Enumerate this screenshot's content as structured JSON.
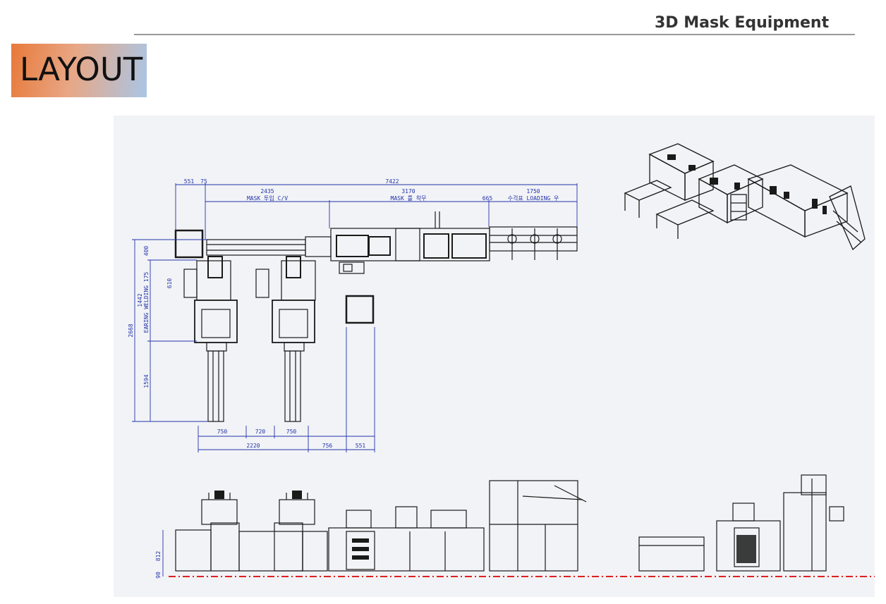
{
  "header": {
    "title": "3D Mask Equipment"
  },
  "badge": {
    "label": "LAYOUT"
  },
  "drawing": {
    "top_dims": [
      "551",
      "75",
      "7422",
      "2435",
      "3170",
      "1750"
    ],
    "section_labels": [
      "MASK 투입 C/V",
      "MASK 를 착무",
      "665",
      "수걱표 LOADING 우"
    ],
    "left_dims": [
      "2668",
      "1442",
      "EARING WELDING 175",
      "400",
      "610",
      "1594"
    ],
    "bottom_dims": [
      "750",
      "720",
      "750",
      "2220",
      "756",
      "551"
    ],
    "elev_dims": [
      "812",
      "90"
    ],
    "colors": {
      "line": "#1a1a1a",
      "dim": "#2233aa",
      "floor": "#e02020"
    }
  }
}
